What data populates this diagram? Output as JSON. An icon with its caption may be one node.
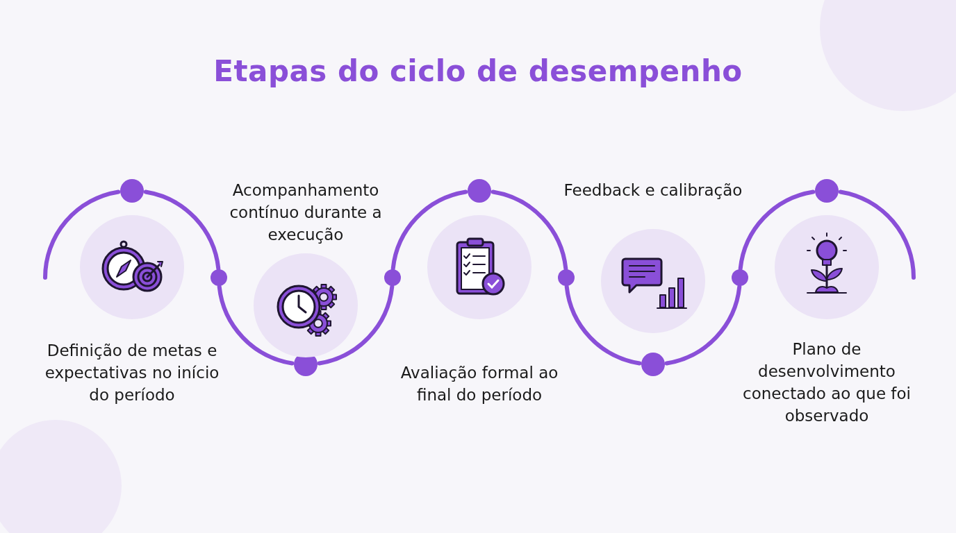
{
  "diagram": {
    "title": "Etapas do ciclo de desempenho",
    "nodes": [
      {
        "text": [
          "Definição de metas e expectativas no início do período"
        ]
      },
      {
        "text": [
          "Acompanhamento contínuo durante a execução"
        ]
      },
      {
        "text": [
          "Avaliação formal ao final do período"
        ]
      },
      {
        "text": [
          "Feedback e calibração"
        ]
      },
      {
        "text": [
          "Plano de desenvolvimento conectado ao que foi observado"
        ]
      }
    ]
  }
}
